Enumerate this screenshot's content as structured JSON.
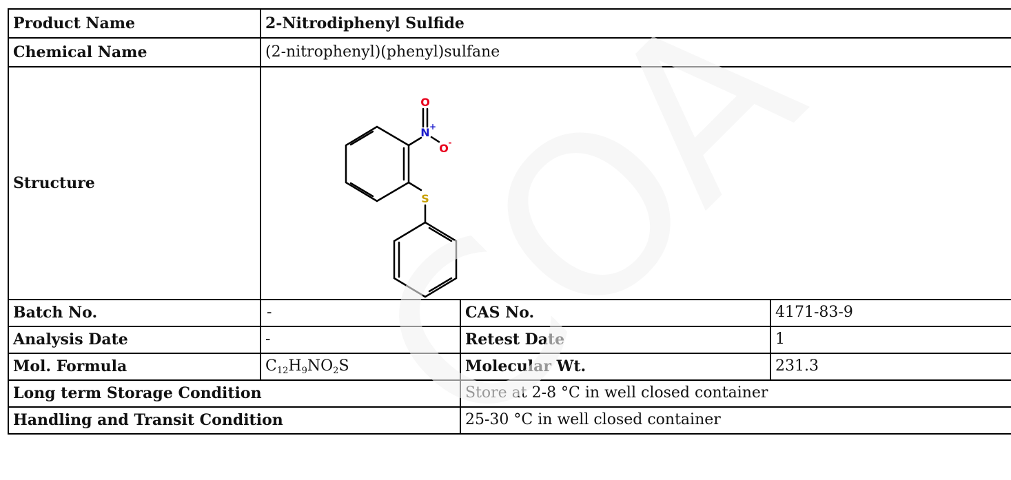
{
  "rows": {
    "product_name": {
      "label": "Product Name",
      "value": "2-Nitrodiphenyl Sulfide"
    },
    "chemical_name": {
      "label": "Chemical Name",
      "value": "(2-nitrophenyl)(phenyl)sulfane"
    },
    "structure": {
      "label": "Structure",
      "atoms": {
        "oxygen_top": "O",
        "nitrogen": "N",
        "charge_plus": "+",
        "oxygen_right": "O",
        "charge_minus": "-",
        "sulfur": "S"
      },
      "colors": {
        "oxygen": "#e8001c",
        "nitrogen": "#1a1acc",
        "sulfur": "#c8a000",
        "bond": "#000000"
      }
    },
    "batch_no": {
      "label": "Batch No.",
      "value": "-"
    },
    "cas_no": {
      "label": "CAS No.",
      "value": "4171-83-9"
    },
    "analysis_date": {
      "label": "Analysis Date",
      "value": "-"
    },
    "retest_date": {
      "label": "Retest Date",
      "value": "1"
    },
    "mol_formula": {
      "label": "Mol. Formula",
      "parts": [
        "C",
        "12",
        "H",
        "9",
        "NO",
        "2",
        "S"
      ]
    },
    "molecular_wt": {
      "label": "Molecular Wt.",
      "value": "231.3"
    },
    "long_term_storage": {
      "label": "Long term Storage Condition",
      "value": "Store at 2-8 °C in well closed container"
    },
    "handling_transit": {
      "label": "Handling and Transit Condition",
      "value": "25-30 °C in well closed container"
    }
  },
  "watermark": {
    "text": "COA",
    "color": "#f2f2f2"
  }
}
